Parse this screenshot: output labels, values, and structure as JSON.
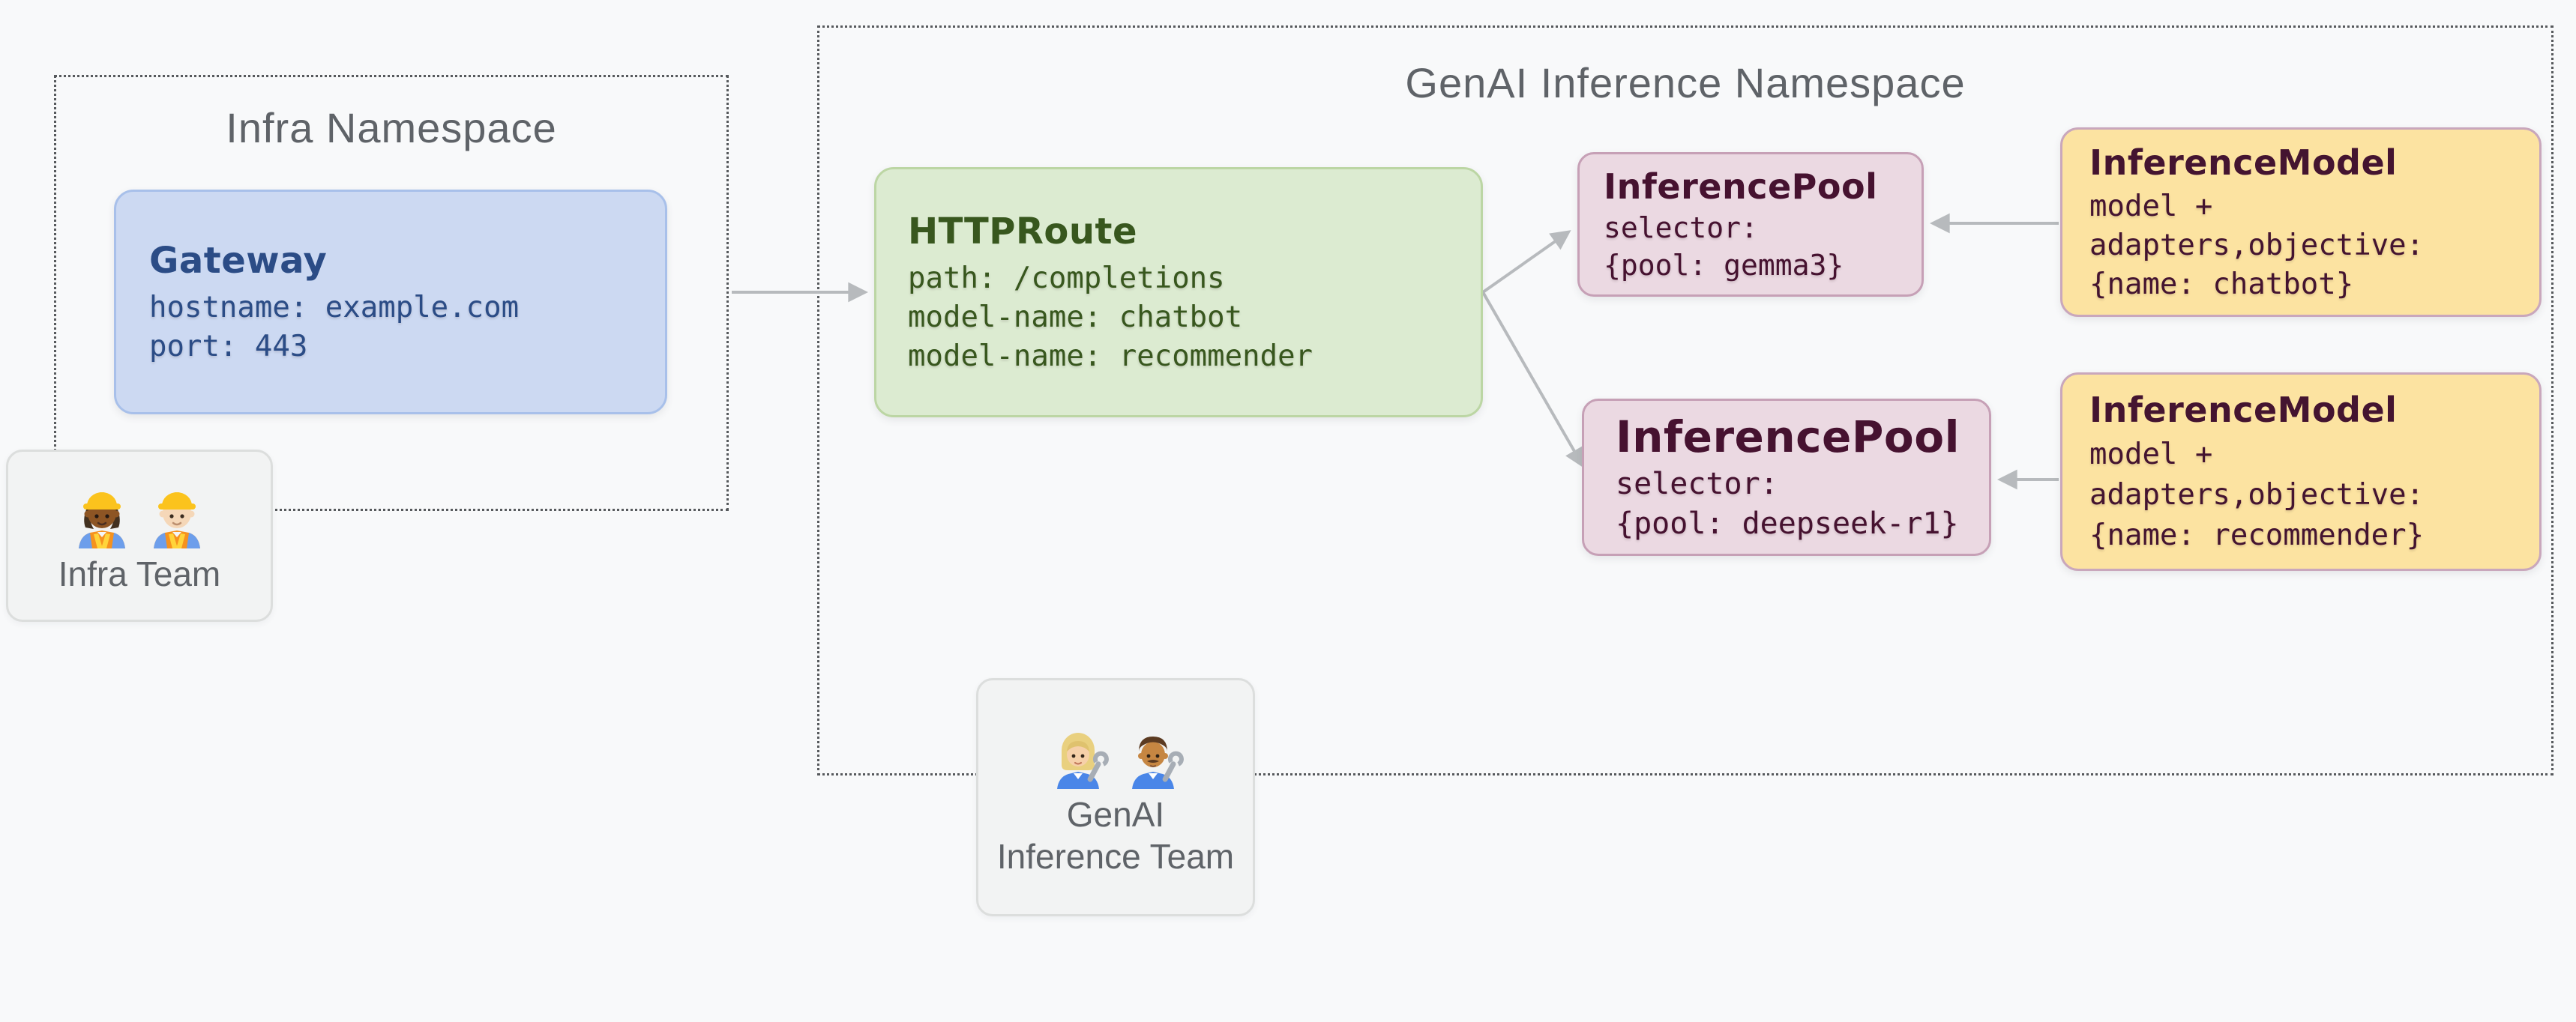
{
  "colors": {
    "background": "#f8f9fa",
    "namespace_border": "#56595c",
    "namespace_title_text": "#5f6368",
    "arrow": "#b7babd",
    "gateway_fill": "#ccd9f2",
    "gateway_border": "#a8c0ea",
    "gateway_text": "#2b4c86",
    "httproute_fill": "#dcebd1",
    "httproute_border": "#bcd6a4",
    "httproute_text": "#38571e",
    "inference_pool_fill": "#ebd9e2",
    "inference_pool_border": "#c6a0b6",
    "inference_pool_text": "#461230",
    "inference_model_fill": "#fce3a1",
    "inference_model_border": "#c9a7bc",
    "inference_model_text": "#441430",
    "team_fill": "#f2f3f3",
    "team_border": "#dcdedd",
    "team_text": "#5f6368"
  },
  "namespaces": {
    "infra": {
      "title": "Infra Namespace"
    },
    "genai": {
      "title": "GenAI Inference Namespace"
    }
  },
  "nodes": {
    "gateway": {
      "title": "Gateway",
      "lines": [
        "hostname: example.com",
        "port: 443"
      ]
    },
    "httproute": {
      "title": "HTTPRoute",
      "lines": [
        "path: /completions",
        "model-name: chatbot",
        "model-name: recommender"
      ]
    },
    "inference_pool_1": {
      "title": "InferencePool",
      "lines": [
        "selector:",
        "{pool: gemma3}"
      ]
    },
    "inference_model_1": {
      "title": "InferenceModel",
      "lines": [
        "model +",
        "adapters,objective:",
        "{name: chatbot}"
      ]
    },
    "inference_pool_2": {
      "title": "InferencePool",
      "lines": [
        "selector:",
        "{pool: deepseek-r1}"
      ]
    },
    "inference_model_2": {
      "title": "InferenceModel",
      "lines": [
        "model +",
        "adapters,objective:",
        "{name: recommender}"
      ]
    }
  },
  "teams": {
    "infra": {
      "label": "Infra Team",
      "icons": [
        "woman-construction-worker-emoji",
        "construction-worker-emoji"
      ]
    },
    "genai": {
      "label": "GenAI Inference Team",
      "icons": [
        "woman-mechanic-emoji",
        "man-mechanic-emoji"
      ]
    }
  },
  "edges": [
    {
      "from": "Gateway",
      "to": "HTTPRoute"
    },
    {
      "from": "HTTPRoute",
      "to": "InferencePool (gemma3)"
    },
    {
      "from": "HTTPRoute",
      "to": "InferencePool (deepseek-r1)"
    },
    {
      "from": "InferenceModel (chatbot)",
      "to": "InferencePool (gemma3)"
    },
    {
      "from": "InferenceModel (recommender)",
      "to": "InferencePool (deepseek-r1)"
    }
  ]
}
